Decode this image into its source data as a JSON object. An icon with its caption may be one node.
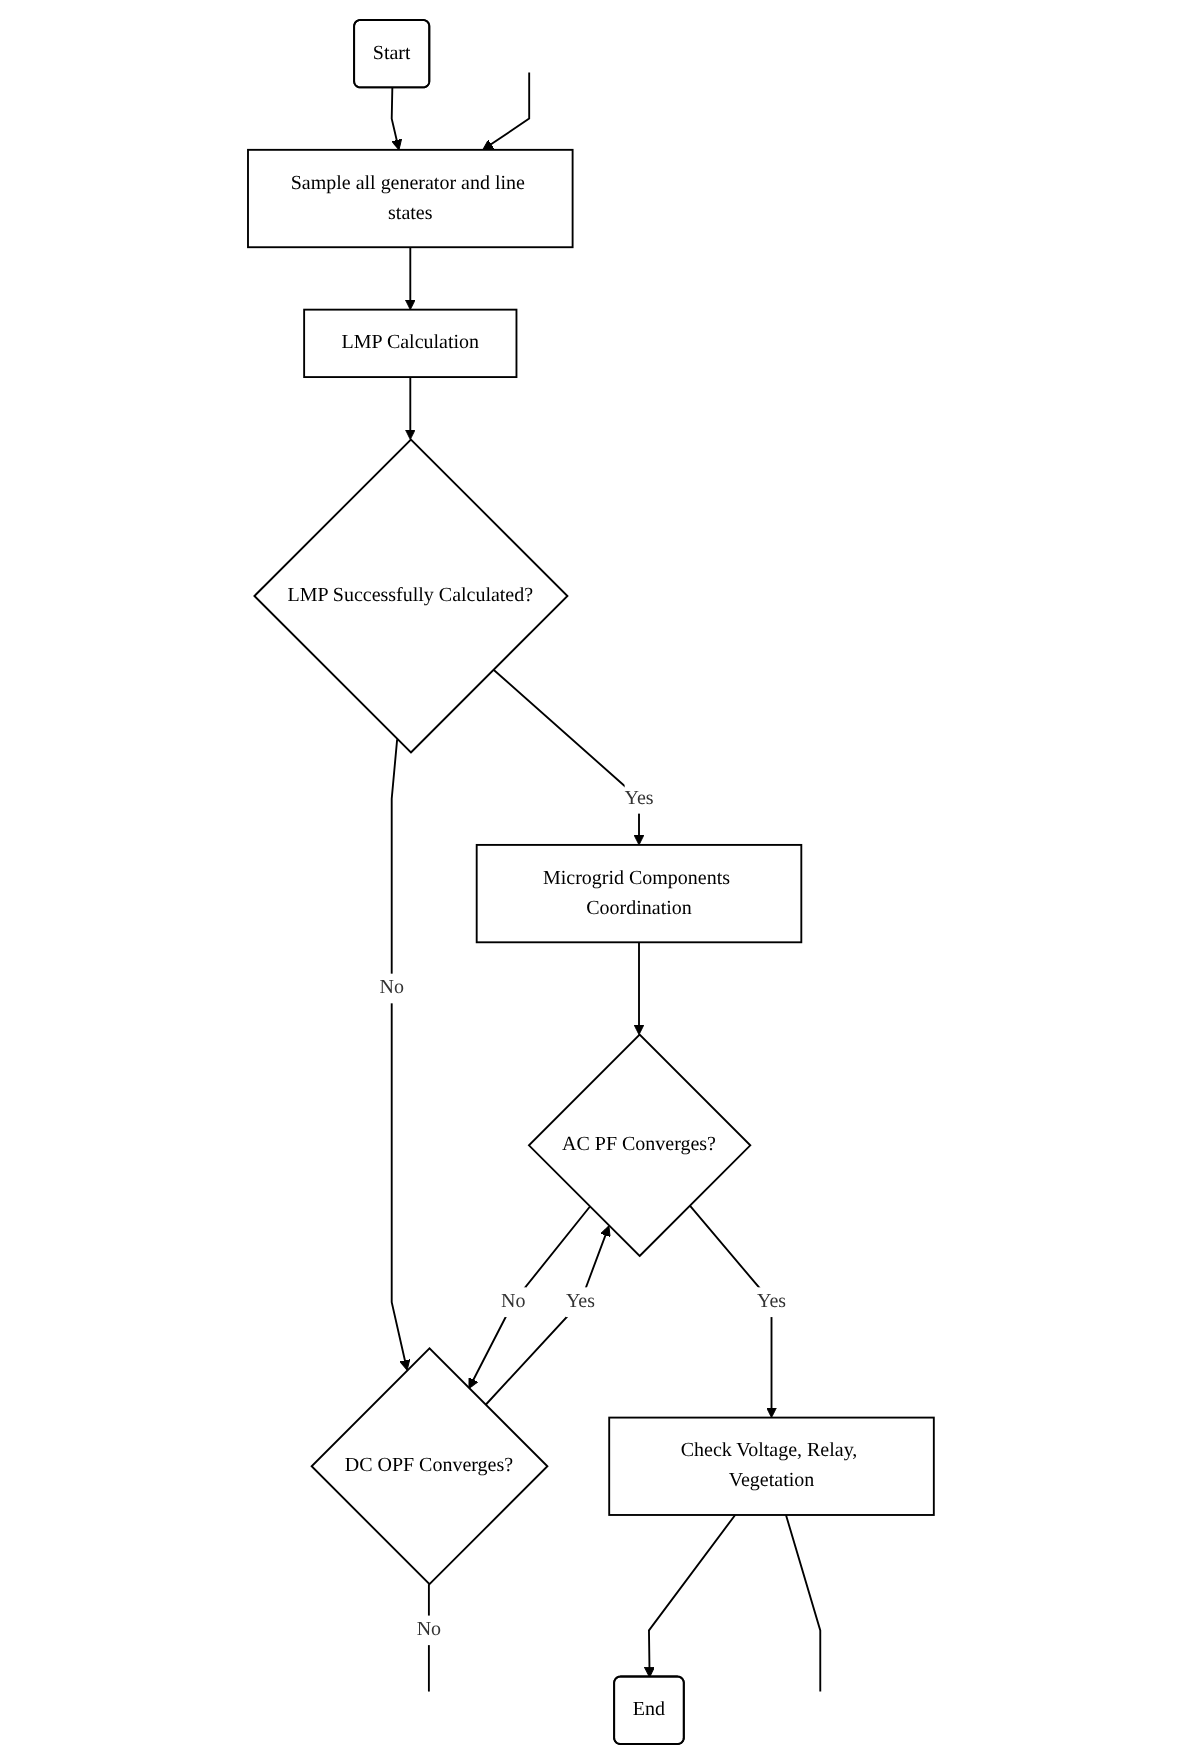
{
  "diagram": {
    "nodes": [
      {
        "text": [
          "Start"
        ]
      },
      {
        "text": [
          "Sample all generator and line states"
        ]
      },
      {
        "text": [
          "LMP Calculation"
        ]
      },
      {
        "text": [
          "LMP Successfully Calculated?"
        ]
      },
      {
        "text": [
          "Microgrid Components Coordination"
        ]
      },
      {
        "text": [
          "AC PF Converges?"
        ]
      },
      {
        "text": [
          "DC OPF Converges?"
        ]
      },
      {
        "text": [
          "Check Voltage, Relay, Vegetation"
        ]
      },
      {
        "text": [
          "End"
        ]
      }
    ],
    "edges": [
      {
        "from": 0,
        "to": 1,
        "arrow": "to"
      },
      {
        "from": null,
        "to": 1,
        "arrow": "to"
      },
      {
        "from": 1,
        "to": 2,
        "arrow": "to"
      },
      {
        "from": 2,
        "to": 3,
        "arrow": "to"
      },
      {
        "from": 3,
        "to": 4,
        "label": "Yes",
        "arrow": "to"
      },
      {
        "from": 3,
        "to": 6,
        "label": "No",
        "arrow": "to"
      },
      {
        "from": 4,
        "to": 5,
        "arrow": "to"
      },
      {
        "from": 6,
        "to": 5,
        "label": "Yes",
        "arrow": "to"
      },
      {
        "from": 5,
        "to": 6,
        "label": "No",
        "arrow": "to"
      },
      {
        "from": 6,
        "to": null,
        "label": "No",
        "arrow": "none"
      },
      {
        "from": 5,
        "to": 7,
        "label": "Yes",
        "arrow": "to"
      },
      {
        "from": 7,
        "to": 8,
        "arrow": "to"
      },
      {
        "from": 7,
        "to": null,
        "arrow": "none"
      }
    ]
  }
}
